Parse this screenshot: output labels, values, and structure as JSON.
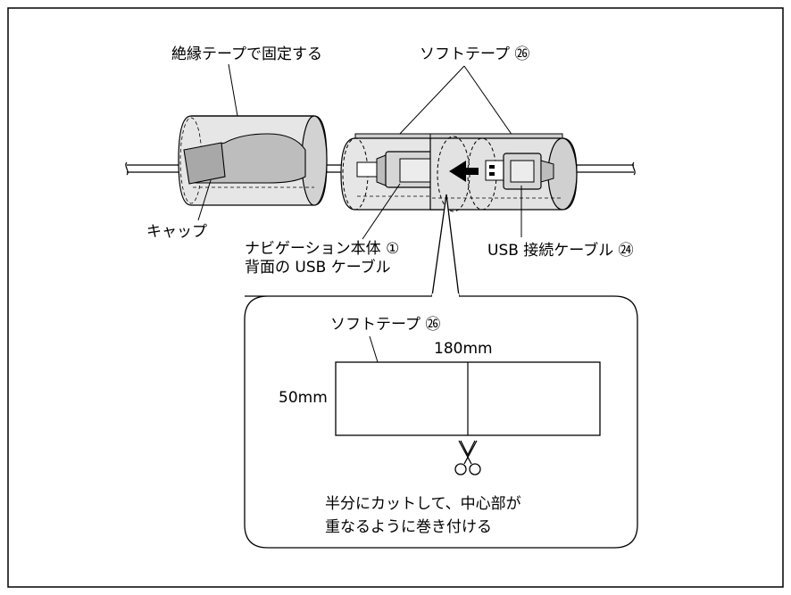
{
  "labels": {
    "insulating_tape": "絶縁テープで固定する",
    "soft_tape_top": "ソフトテープ ㉖",
    "cap": "キャップ",
    "nav_line1": "ナビゲーション本体 ①",
    "nav_line2": "背面の USB ケーブル",
    "usb_cable": "USB 接続ケーブル ㉔",
    "soft_tape_inset": "ソフトテープ ㉖",
    "length": "180mm",
    "width": "50mm",
    "instruction_line1": "半分にカットして、中心部が",
    "instruction_line2": "重なるように巻き付ける"
  },
  "icons": {
    "scissors": "scissors-icon",
    "arrow": "insert-direction-arrow"
  },
  "colors": {
    "line": "#000000",
    "tube_fill": "#e6e6e6",
    "tube_shade": "#c8c8c8",
    "background": "#ffffff"
  }
}
